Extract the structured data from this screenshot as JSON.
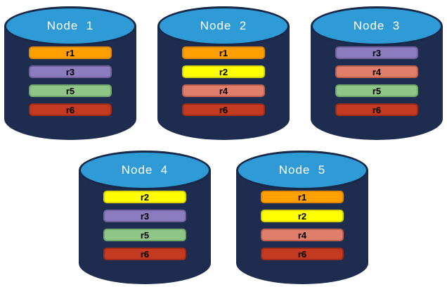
{
  "colors": {
    "page_bg": "#FFFFFF",
    "cylinder_body": "#1E2C50",
    "cylinder_top_fill": "#2E9BD6",
    "cylinder_outline": "#182848",
    "node_label_color": "#FFFFFF",
    "bar_text_color": "#000000"
  },
  "replica_colors": {
    "r1": {
      "fill": "#FEA002",
      "border": "#DE8A00"
    },
    "r2": {
      "fill": "#FFFF00",
      "border": "#D8D500"
    },
    "r3": {
      "fill": "#8B7CC0",
      "border": "#73649F"
    },
    "r4": {
      "fill": "#DF7E6B",
      "border": "#C06150"
    },
    "r5": {
      "fill": "#8FC587",
      "border": "#71A76B"
    },
    "r6": {
      "fill": "#C43A20",
      "border": "#9E2D18"
    }
  },
  "nodes": [
    {
      "label": "Node  1",
      "replicas": [
        "r1",
        "r3",
        "r5",
        "r6"
      ]
    },
    {
      "label": "Node  2",
      "replicas": [
        "r1",
        "r2",
        "r4",
        "r6"
      ]
    },
    {
      "label": "Node  3",
      "replicas": [
        "r3",
        "r4",
        "r5",
        "r6"
      ]
    },
    {
      "label": "Node  4",
      "replicas": [
        "r2",
        "r3",
        "r5",
        "r6"
      ]
    },
    {
      "label": "Node  5",
      "replicas": [
        "r1",
        "r2",
        "r4",
        "r6"
      ]
    }
  ]
}
